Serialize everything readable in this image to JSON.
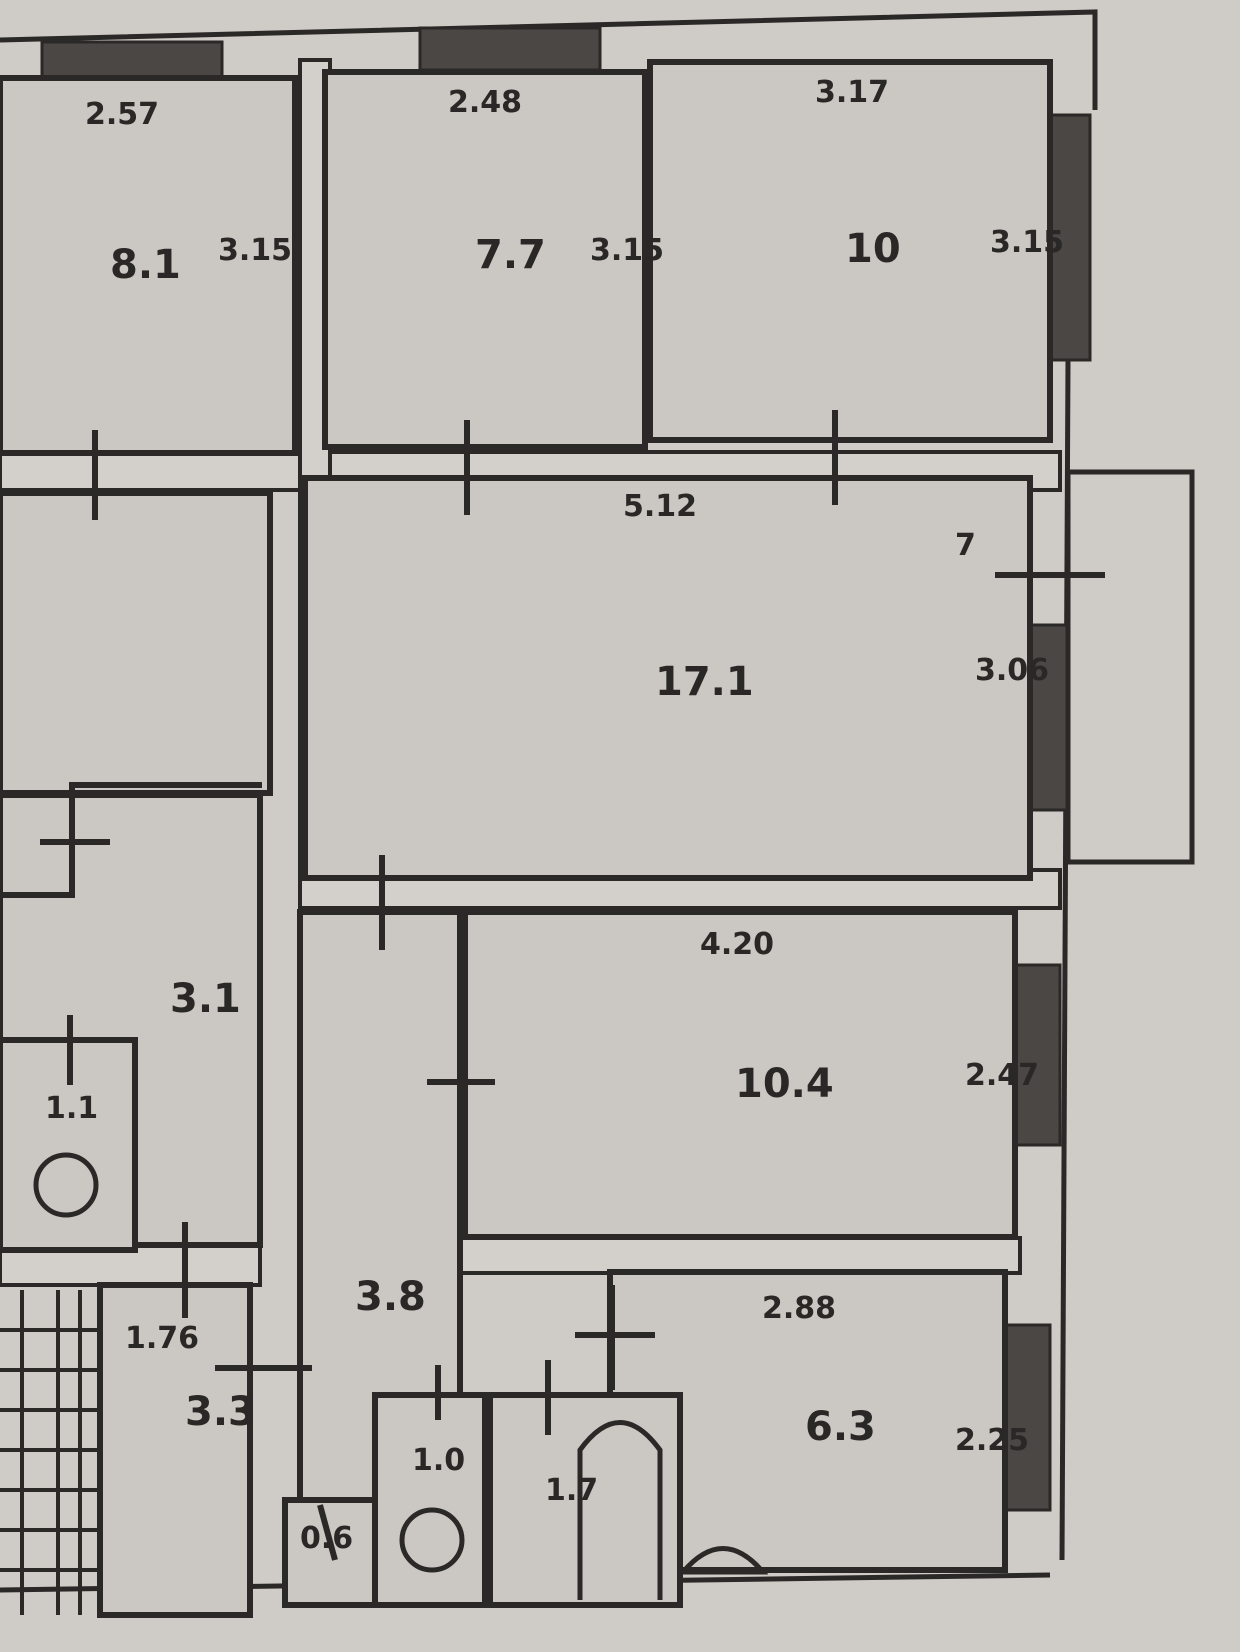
{
  "colors": {
    "paper": "#cfcbc6",
    "room_fill": "#cbc7c2",
    "wall_line": "#2b2927",
    "window_fill": "#4a4745",
    "corridor_fill": "#d3d0cb"
  },
  "rooms": [
    {
      "id": "room-top-left",
      "dim_top": "2.57",
      "dim_side": "3.15",
      "area": "8.1"
    },
    {
      "id": "room-top-middle",
      "dim_top": "2.48",
      "dim_side": "3.15",
      "area": "7.7"
    },
    {
      "id": "room-top-right",
      "dim_top": "3.17",
      "dim_side": "3.15",
      "area": "10"
    },
    {
      "id": "room-large-center",
      "dim_top": "5.12",
      "dim_side": "3.06",
      "area": "17.1",
      "side_mark": "7"
    },
    {
      "id": "room-middle-right",
      "dim_top": "4.20",
      "dim_side": "2.47",
      "area": "10.4"
    },
    {
      "id": "room-lower-right",
      "dim_top": "2.88",
      "dim_side": "2.25",
      "area": "6.3"
    },
    {
      "id": "room-left-small",
      "area": "3.1"
    },
    {
      "id": "room-hall",
      "area": "3.8"
    },
    {
      "id": "room-left-bottom",
      "dim_side": "1.76",
      "area": "3.3"
    },
    {
      "id": "room-wc-left",
      "area": "1.1"
    },
    {
      "id": "room-wc",
      "area": "1.0"
    },
    {
      "id": "room-bath",
      "area": "1.7"
    },
    {
      "id": "room-closet",
      "area": "0.6"
    }
  ]
}
